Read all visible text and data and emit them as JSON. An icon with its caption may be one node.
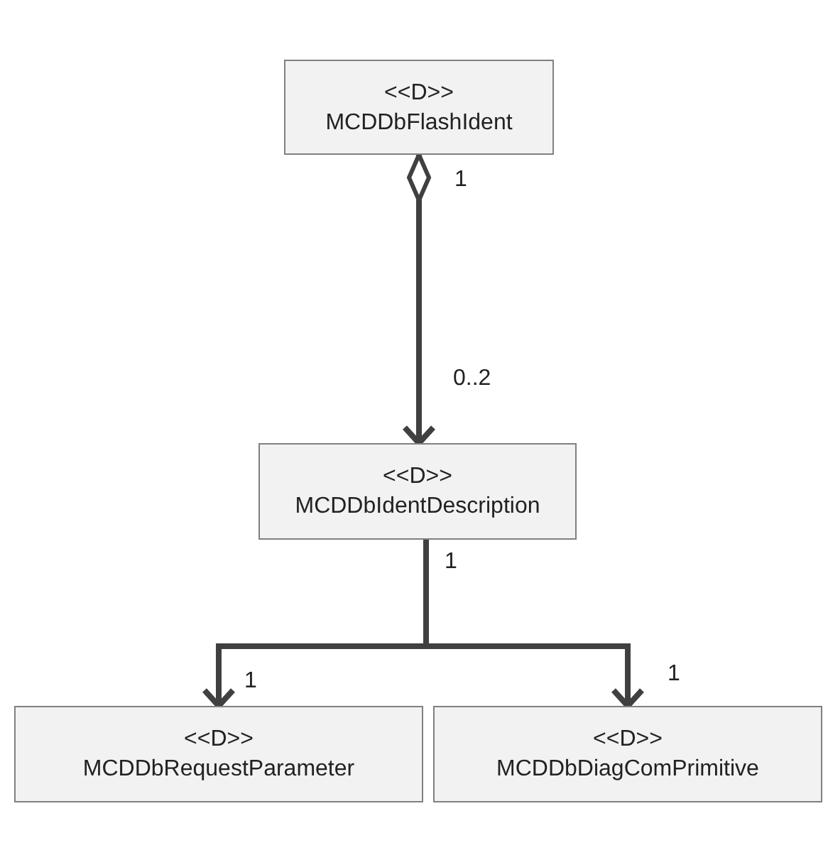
{
  "diagram": {
    "nodes": [
      {
        "text": [
          "<<D>>",
          "MCDDbFlashIdent"
        ]
      },
      {
        "text": [
          "<<D>>",
          "MCDDbIdentDescription"
        ]
      },
      {
        "text": [
          "<<D>>",
          "MCDDbRequestParameter"
        ]
      },
      {
        "text": [
          "<<D>>",
          "MCDDbDiagComPrimitive"
        ]
      }
    ],
    "edges": [
      {
        "from": 0,
        "to": 1,
        "arrow": "to"
      },
      {
        "from": 1,
        "to": 2,
        "arrow": "to"
      },
      {
        "from": 1,
        "to": 3,
        "arrow": "to"
      }
    ],
    "labels": [
      "1",
      "0..2",
      "1",
      "1",
      "1"
    ]
  }
}
